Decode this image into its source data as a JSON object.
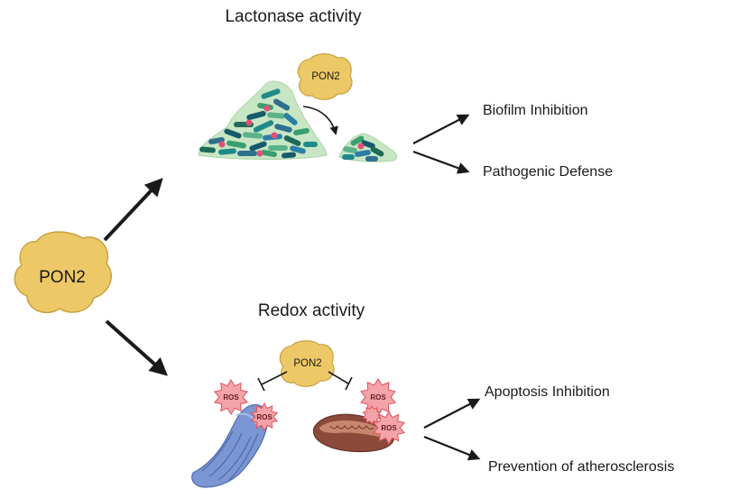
{
  "protein": "PON2",
  "lactonase": {
    "heading": "Lactonase activity",
    "enzyme": "PON2",
    "outcomes": [
      "Biofilm Inhibition",
      "Pathogenic Defense"
    ]
  },
  "redox": {
    "heading": "Redox activity",
    "enzyme": "PON2",
    "ros_label": "ROS",
    "outcomes": [
      "Apoptosis Inhibition",
      "Prevention of atherosclerosis"
    ]
  },
  "colors": {
    "protein_fill": "#ecc867",
    "protein_stroke": "#c9a23f",
    "arrow": "#1a1a1a",
    "biofilm_bg": "#c8e6c4",
    "ros_fill": "#f4a3a8",
    "ros_stroke": "#e0505c",
    "er_fill": "#7b96d2",
    "mito_fill": "#8c4a3b"
  }
}
